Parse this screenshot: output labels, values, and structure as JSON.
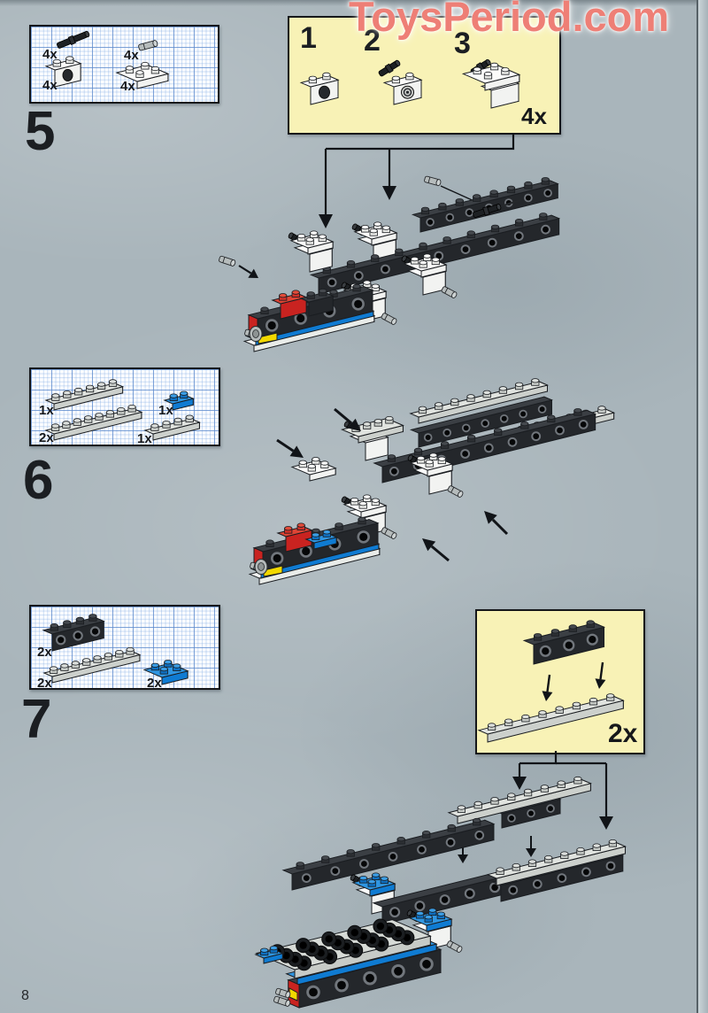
{
  "watermark": {
    "text": "ToysPeriod.com",
    "color": "#ee7f76"
  },
  "page_number": "8",
  "step5": {
    "number": "5",
    "parts_box": {
      "parts": [
        {
          "name": "black-connector-pin-long",
          "count": "4x"
        },
        {
          "name": "gray-connector-peg",
          "count": "4x"
        },
        {
          "name": "white-technic-brick-1x2",
          "count": "4x"
        },
        {
          "name": "white-plate-2x2",
          "count": "4x"
        }
      ]
    },
    "callout": {
      "substeps": [
        "1",
        "2",
        "3"
      ],
      "count": "4x"
    }
  },
  "step6": {
    "number": "6",
    "parts_box": {
      "parts": [
        {
          "name": "gray-plate-1x6",
          "count": "1x"
        },
        {
          "name": "blue-plate-1x2",
          "count": "1x"
        },
        {
          "name": "gray-plate-1x8",
          "count": "2x"
        },
        {
          "name": "gray-plate-1x4",
          "count": "1x"
        }
      ]
    }
  },
  "step7": {
    "number": "7",
    "parts_box": {
      "parts": [
        {
          "name": "black-technic-brick-1x4",
          "count": "2x"
        },
        {
          "name": "gray-plate-1x8",
          "count": "2x"
        },
        {
          "name": "blue-plate-2x2",
          "count": "2x"
        }
      ]
    },
    "callout": {
      "count": "2x"
    }
  },
  "colors": {
    "lego_red": "#c92320",
    "lego_blue": "#0f7bd2",
    "lego_yellow": "#f2d800",
    "plate_gray": "#ccd0cc",
    "callout_yellow": "#f8f2b6",
    "page_gray": "#a9b5bb"
  }
}
